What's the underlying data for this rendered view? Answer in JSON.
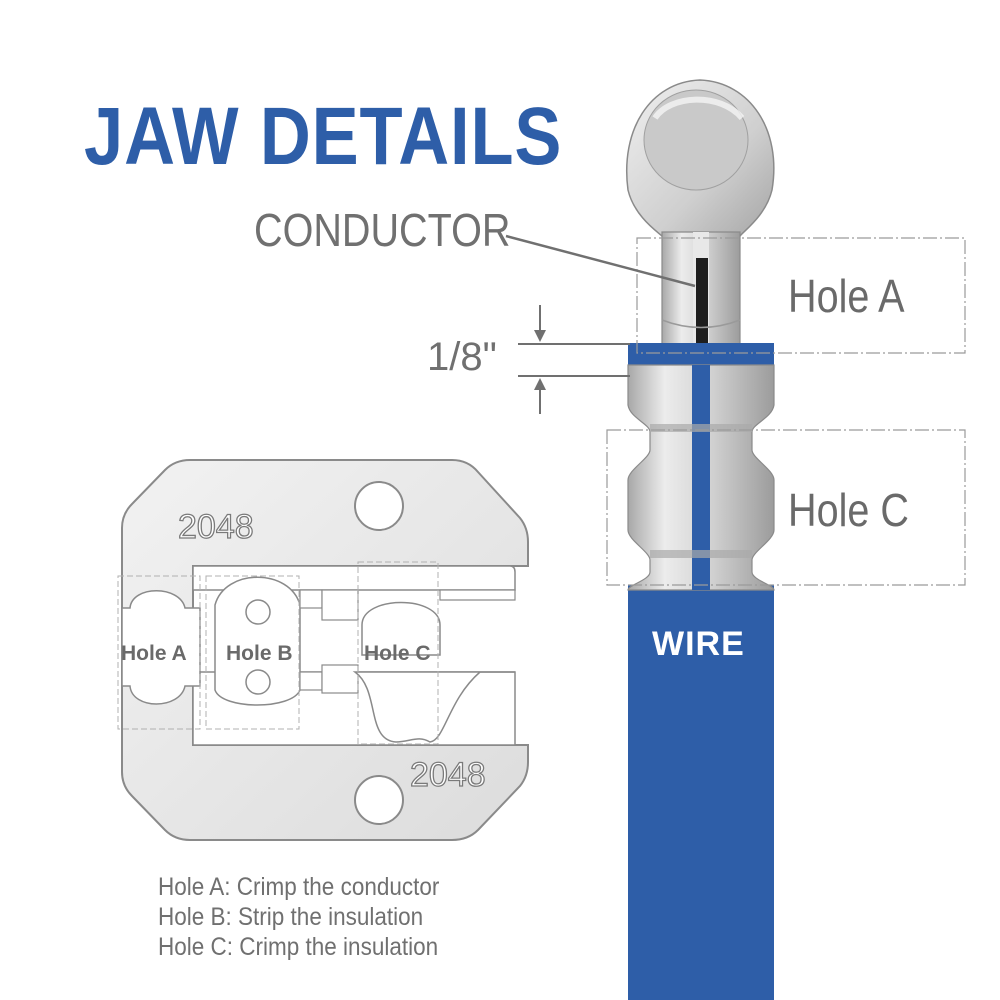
{
  "title": "JAW DETAILS",
  "callouts": {
    "conductor": "CONDUCTOR",
    "gap": "1/8\"",
    "hole_a": "Hole A",
    "hole_c": "Hole C",
    "wire": "WIRE"
  },
  "jaw": {
    "model_top": "2048",
    "model_bottom": "2048",
    "holes": [
      "Hole A",
      "Hole B",
      "Hole C"
    ]
  },
  "notes": [
    "Hole A: Crimp the conductor",
    "Hole B: Strip the insulation",
    "Hole C: Crimp the insulation"
  ],
  "colors": {
    "brand_blue": "#2e5ea8",
    "label_gray": "#707070",
    "metal_light": "#e6e6e6",
    "metal_dark": "#9a9a9a"
  }
}
